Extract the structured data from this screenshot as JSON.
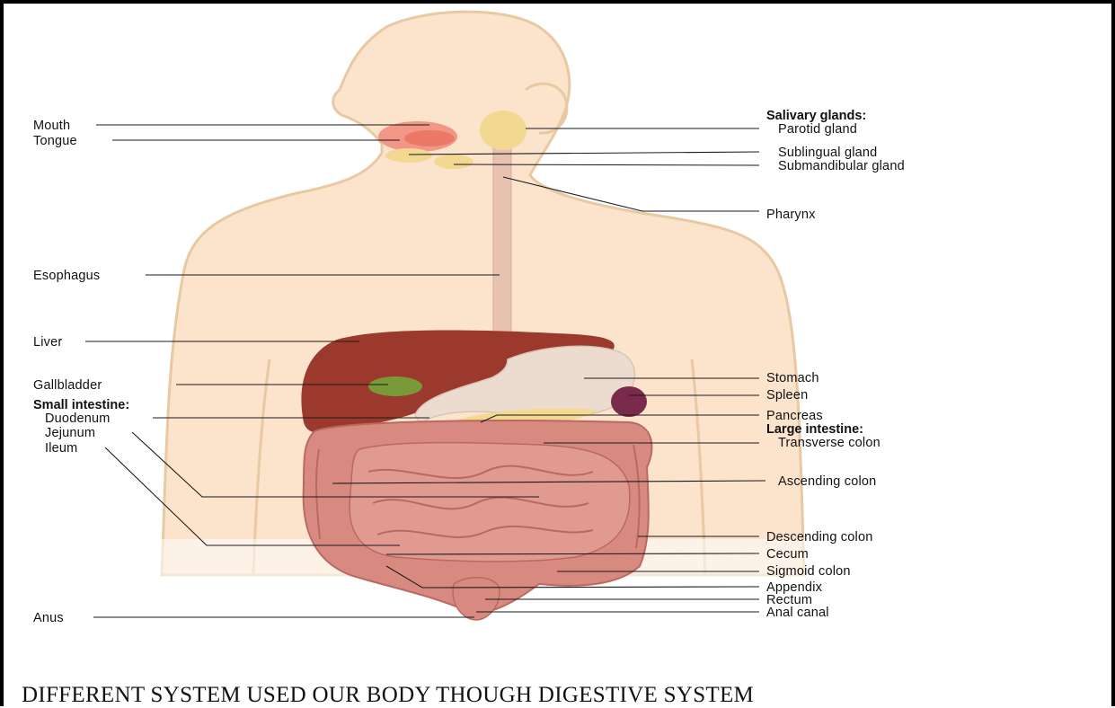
{
  "labels": {
    "mouth": "Mouth",
    "tongue": "Tongue",
    "esophagus": "Esophagus",
    "liver": "Liver",
    "gallbladder": "Gallbladder",
    "small_intestine": "Small intestine:",
    "duodenum": "Duodenum",
    "jejunum": "Jejunum",
    "ileum": "Ileum",
    "anus": "Anus",
    "salivary_glands": "Salivary glands:",
    "parotid_gland": "Parotid gland",
    "sublingual_gland": "Sublingual gland",
    "submandibular_gland": "Submandibular gland",
    "pharynx": "Pharynx",
    "stomach": "Stomach",
    "spleen": "Spleen",
    "pancreas": "Pancreas",
    "large_intestine": "Large intestine:",
    "transverse_colon": "Transverse colon",
    "ascending_colon": "Ascending colon",
    "descending_colon": "Descending colon",
    "cecum": "Cecum",
    "sigmoid_colon": "Sigmoid colon",
    "appendix": "Appendix",
    "rectum": "Rectum",
    "anal_canal": "Anal canal"
  },
  "caption": "DIFFERENT SYSTEM USED OUR BODY THOUGH DIGESTIVE SYSTEM",
  "colors": {
    "skin": "#fbe3cc",
    "skin_outline": "#e8c9a4",
    "liver": "#9b3a2c",
    "intestine": "#d98a80",
    "stomach": "#ecdcd0",
    "gallbladder": "#7a9a3a",
    "spleen": "#7a2a4a",
    "gland": "#f2d890",
    "tongue": "#f08a7a"
  }
}
